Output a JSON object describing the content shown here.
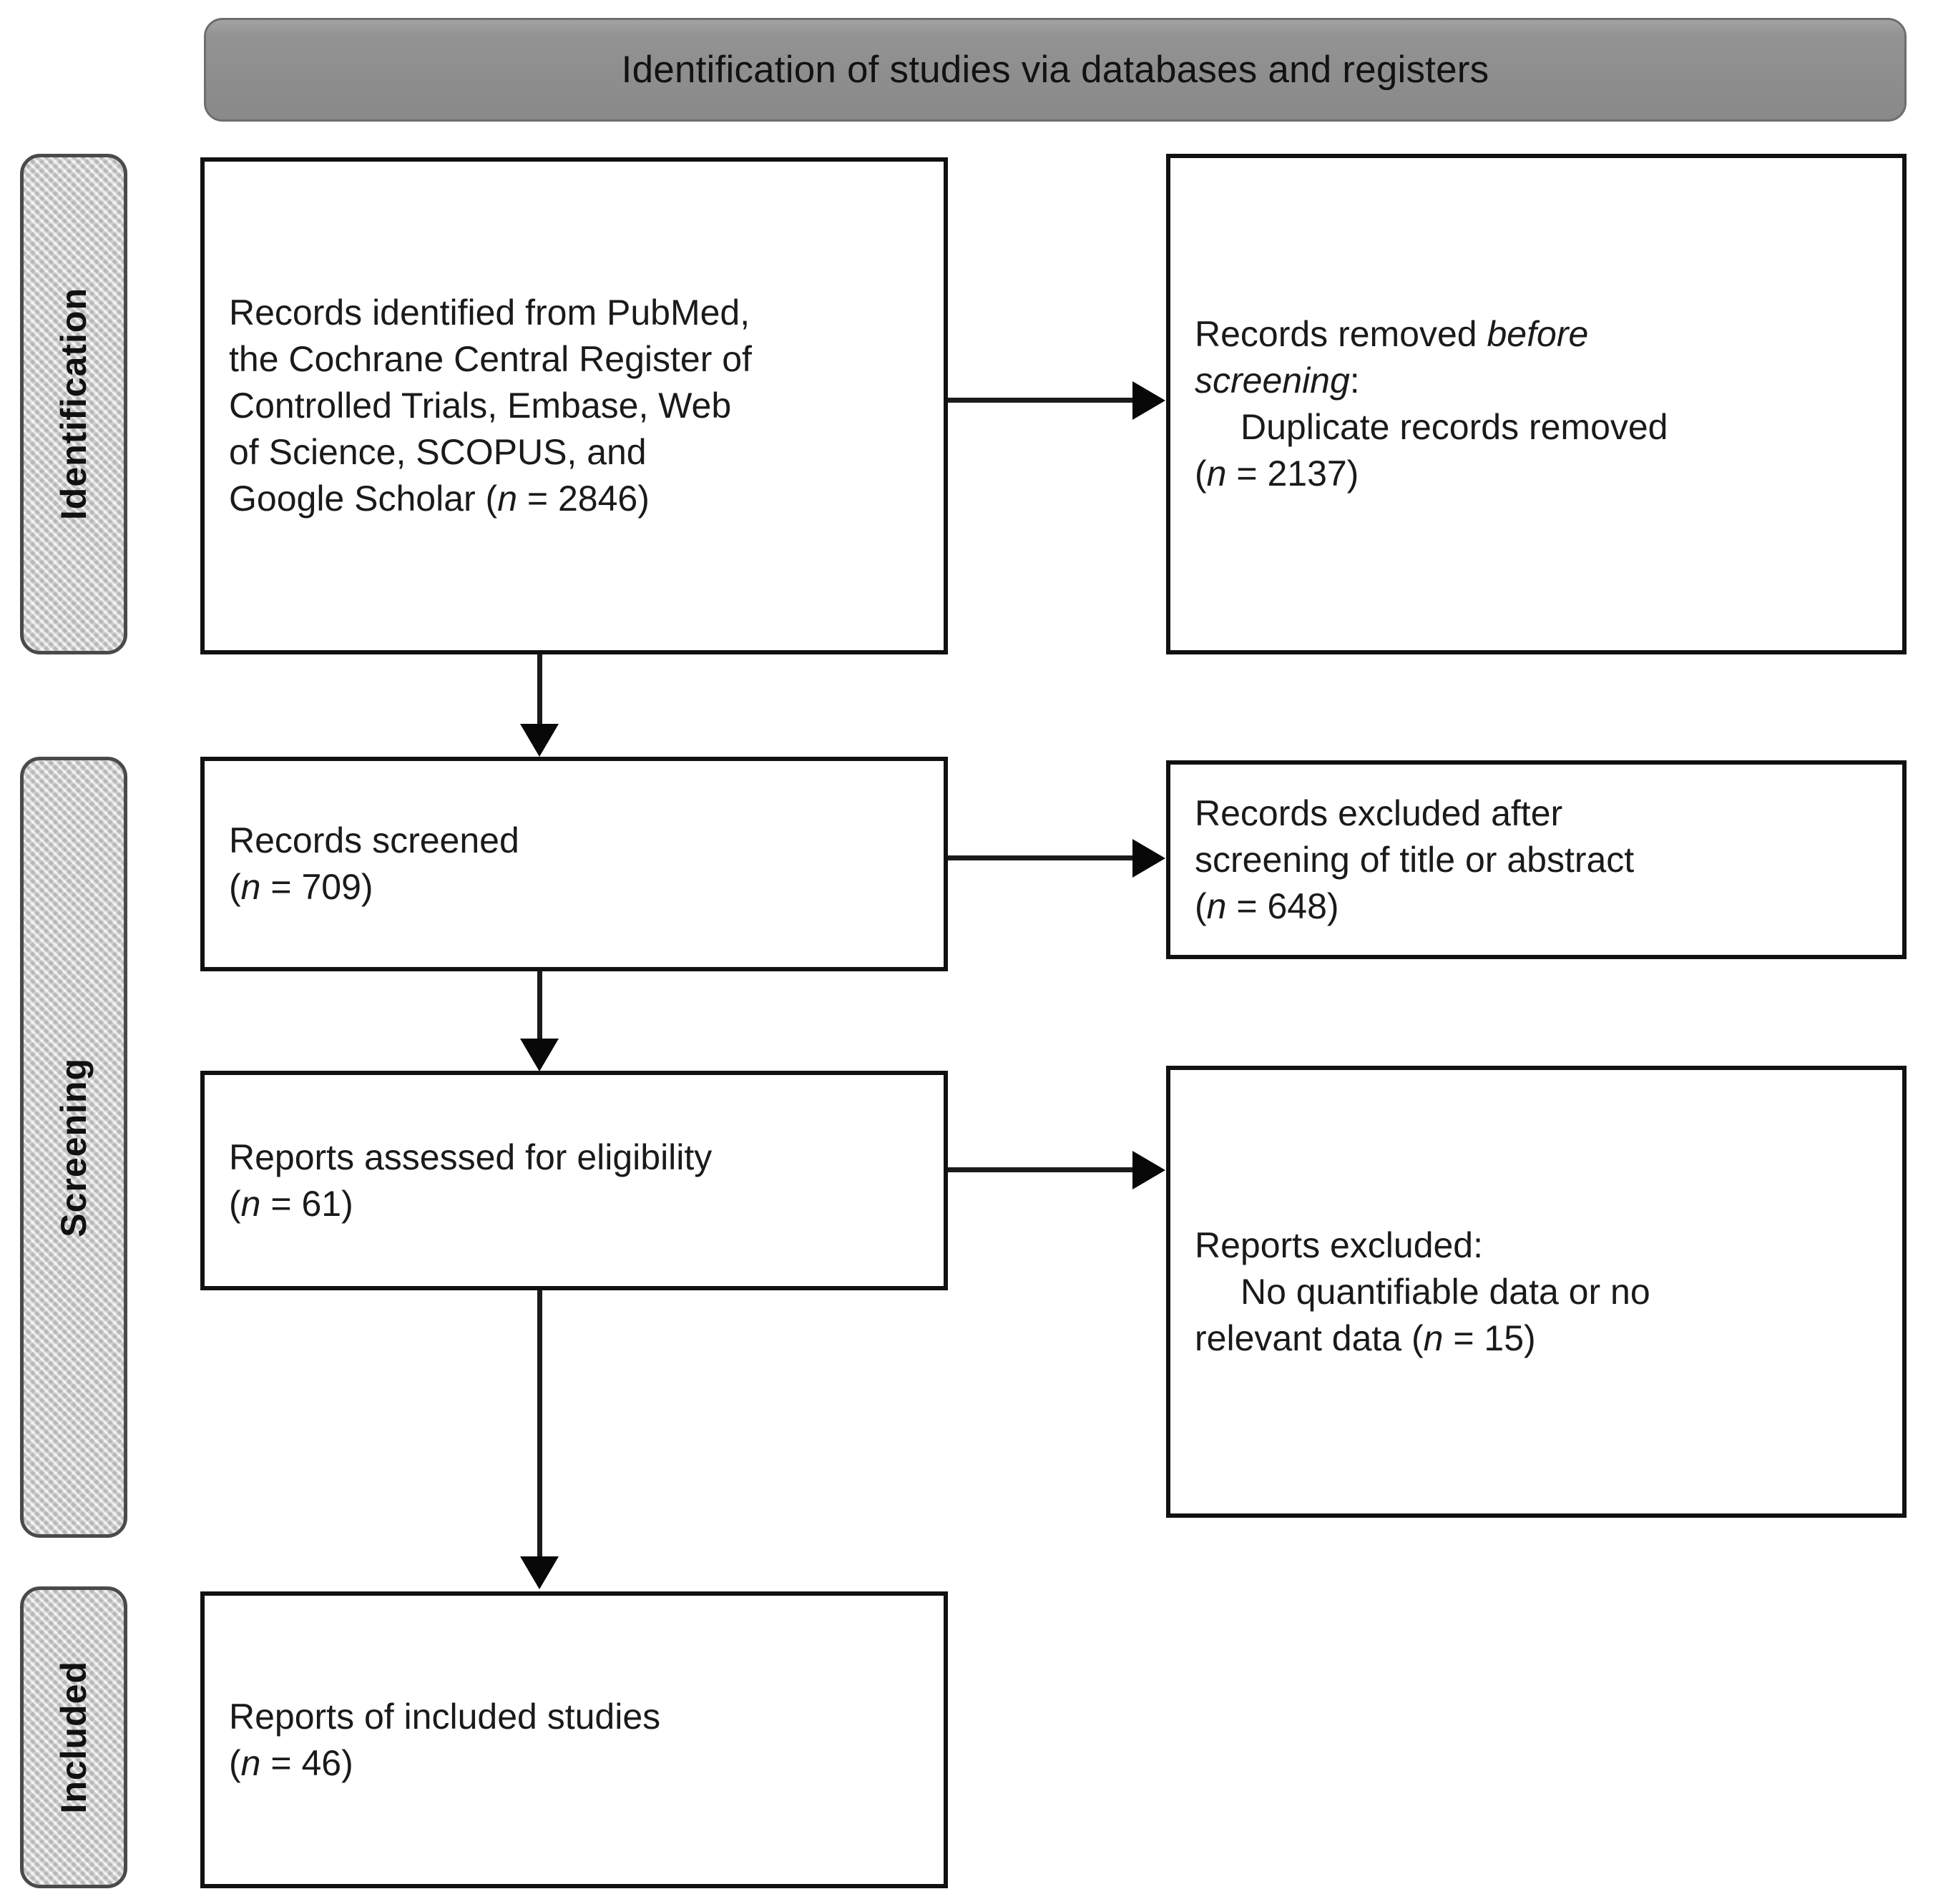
{
  "header": {
    "title": "Identification of studies via databases and registers"
  },
  "stages": [
    {
      "key": "identification",
      "label": "Identification"
    },
    {
      "key": "screening",
      "label": "Screening"
    },
    {
      "key": "included",
      "label": "Included"
    }
  ],
  "boxes": {
    "identified": {
      "line1": "Records identified from PubMed,",
      "line2": "the Cochrane Central Register of",
      "line3": "Controlled Trials, Embase, Web",
      "line4": "of Science, SCOPUS, and",
      "line5_prefix": "Google Scholar (",
      "line5_n": "n",
      "line5_suffix": " = 2846)",
      "count": 2846
    },
    "removed_before_screening": {
      "line1_prefix": "Records removed ",
      "line1_italic": "before",
      "line2_italic": "screening",
      "line2_suffix": ":",
      "line3": "Duplicate records removed",
      "line4_prefix": "(",
      "line4_n": "n",
      "line4_suffix": " = 2137)",
      "count": 2137
    },
    "records_screened": {
      "line1": "Records screened",
      "line2_prefix": "(",
      "line2_n": "n",
      "line2_suffix": " = 709)",
      "count": 709
    },
    "records_excluded": {
      "line1": "Records excluded after",
      "line2": "screening of title or abstract",
      "line3_prefix": "(",
      "line3_n": "n",
      "line3_suffix": " = 648)",
      "count": 648
    },
    "reports_assessed": {
      "line1": "Reports assessed for eligibility",
      "line2_prefix": "(",
      "line2_n": "n",
      "line2_suffix": " = 61)",
      "count": 61
    },
    "reports_excluded": {
      "line1": "Reports excluded:",
      "line2": "No quantifiable data or no",
      "line3_prefix": "relevant data (",
      "line3_n": "n",
      "line3_suffix": " = 15)",
      "count": 15
    },
    "reports_included": {
      "line1": "Reports of included studies",
      "line2_prefix": "(",
      "line2_n": "n",
      "line2_suffix": " = 46)",
      "count": 46
    }
  },
  "colors": {
    "header_band": "#8e8e8e",
    "stage_bar_fill": "#d2d2d2",
    "box_border": "#111111",
    "connector": "#1b1b1b",
    "text": "#1a1a1a"
  }
}
